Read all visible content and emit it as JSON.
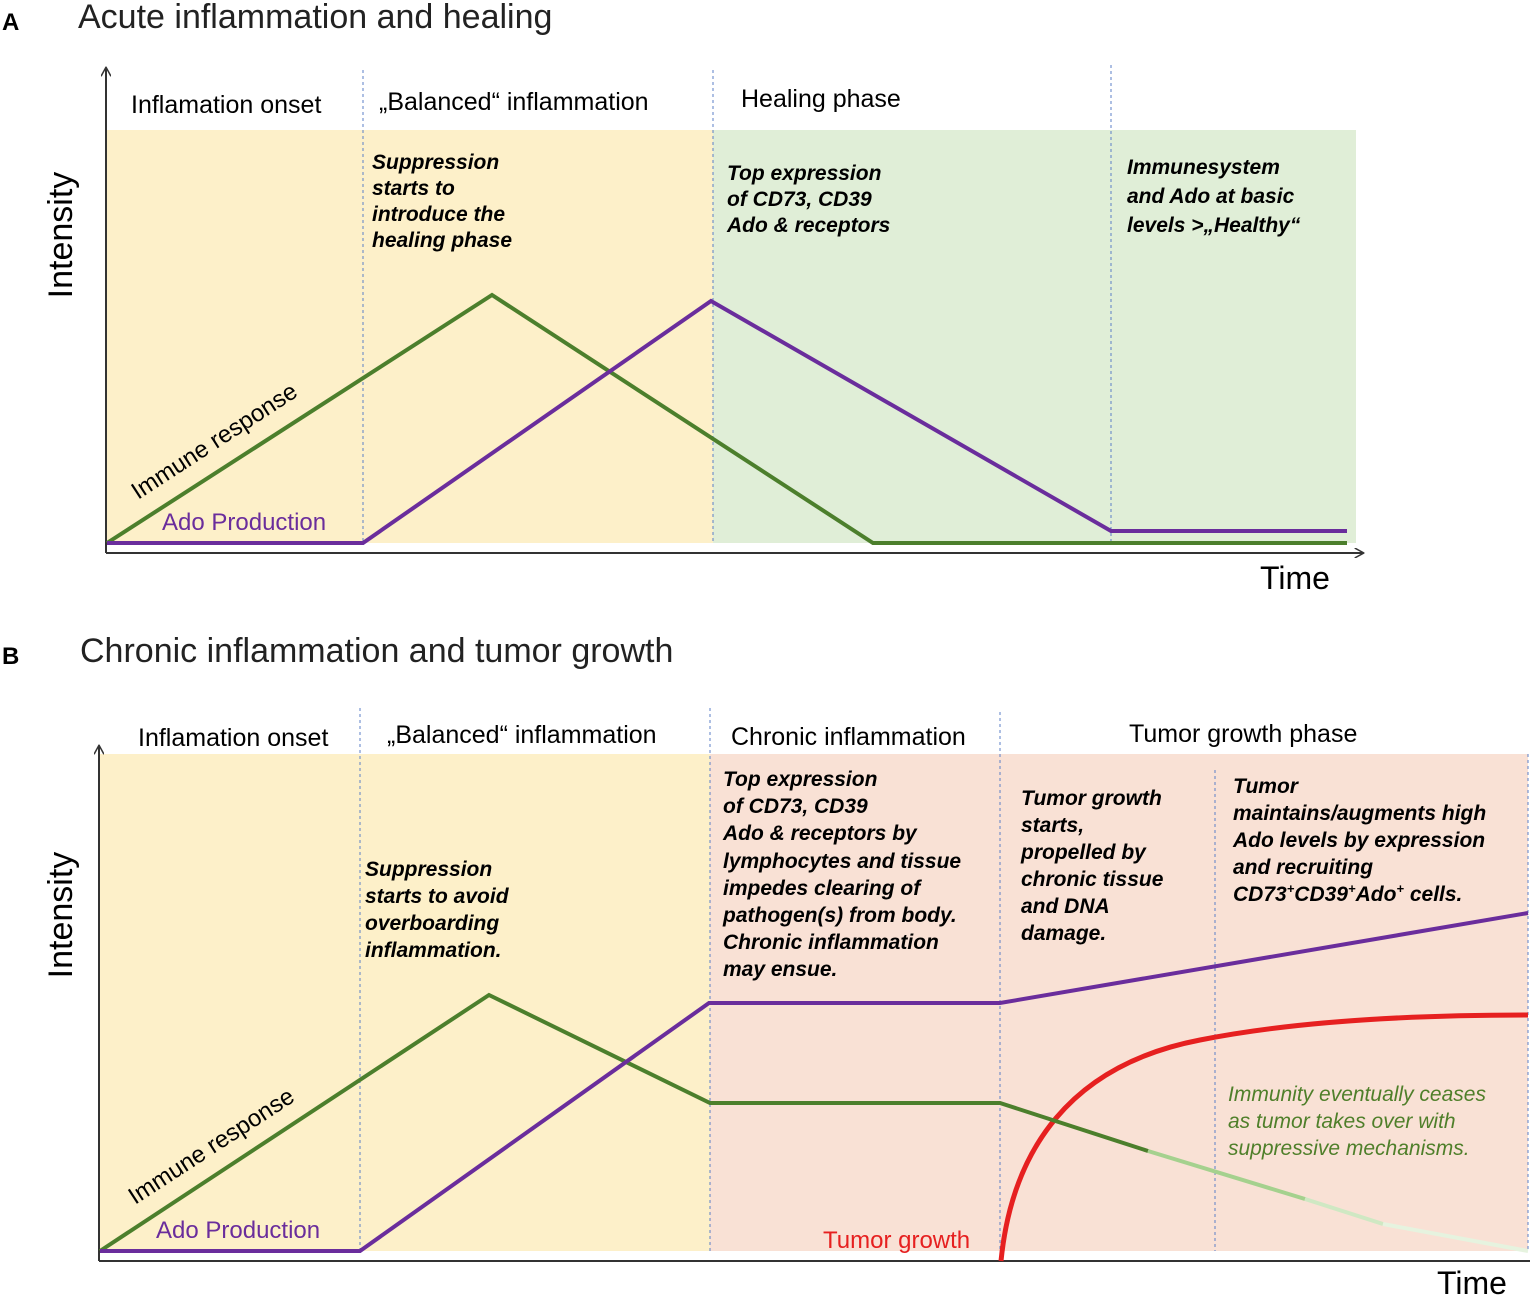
{
  "panel_a": {
    "letter": "A",
    "title": "Acute inflammation and healing",
    "phases": [
      "Inflamation onset",
      "„Balanced“ inflammation",
      "Healing phase"
    ],
    "notes": [
      [
        "Suppression",
        "starts to",
        "introduce the",
        "healing phase"
      ],
      [
        "Top expression",
        "of CD73, CD39",
        "Ado & receptors"
      ],
      [
        "Immunesystem",
        "and Ado at basic",
        "levels >„Healthy“"
      ]
    ],
    "y_axis_label": "Intensity",
    "x_axis_label": "Time",
    "immune_label": "Immune response",
    "ado_label": "Ado Production"
  },
  "panel_b": {
    "letter": "B",
    "title": "Chronic inflammation and tumor growth",
    "phases": [
      "Inflamation onset",
      "„Balanced“ inflammation",
      "Chronic inflammation",
      "Tumor growth phase"
    ],
    "notes": [
      [
        "Suppression",
        "starts to avoid",
        "overboarding",
        "inflammation."
      ],
      [
        "Top expression",
        "of CD73, CD39",
        "Ado & receptors by",
        "lymphocytes and tissue",
        "impedes clearing of",
        "pathogen(s) from body.",
        "Chronic inflammation",
        "may ensue."
      ],
      [
        "Tumor growth",
        "starts,",
        "propelled by",
        "chronic tissue",
        "and DNA",
        "damage."
      ]
    ],
    "note_tumor_1": "Tumor",
    "note_tumor_2": "maintains/augments high",
    "note_tumor_3": "Ado levels by expression",
    "note_tumor_4": "and recruiting",
    "note_tumor_5_a": "CD73",
    "note_tumor_5_b": "CD39",
    "note_tumor_5_c": "Ado",
    "note_tumor_5_d": " cells.",
    "superscript": "+",
    "immunity_note": [
      "Immunity eventually ceases",
      "as tumor takes over with",
      "suppressive mechanisms."
    ],
    "y_axis_label": "Intensity",
    "x_axis_label": "Time",
    "immune_label": "Immune response",
    "ado_label": "Ado Production",
    "tumor_label": "Tumor growth"
  },
  "colors": {
    "immune": "#4c7f2c",
    "ado": "#6a2d9c",
    "tumor": "#e62020",
    "yellow_bg": "#fdf0c9",
    "green_bg": "#e0eed7",
    "pink_bg": "#f9e1d5",
    "fade_light": "#a5d18e",
    "fade_lighter": "#cfe8c3",
    "divider": "#5b7fc7"
  }
}
